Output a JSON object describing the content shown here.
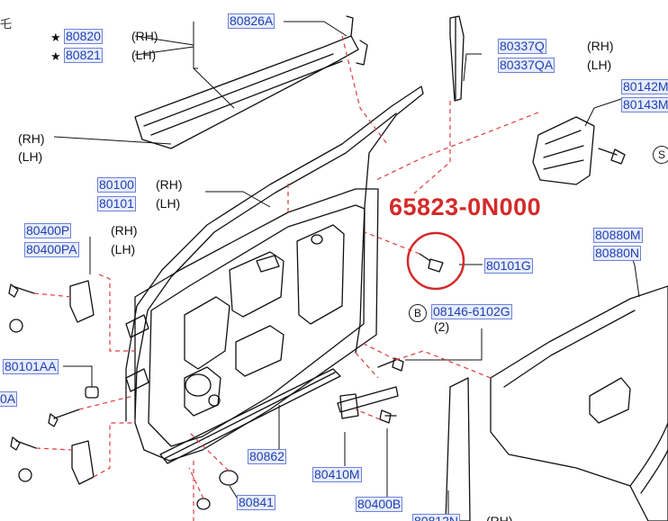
{
  "callout": "65823-0N000",
  "qty": "(2)",
  "marks": {
    "star": "★",
    "b": "B",
    "s": "S"
  },
  "parts": {
    "p80826A": "80826A",
    "p80820": "80820",
    "p80821": "80821",
    "p80337Q": "80337Q",
    "p80337QA": "80337QA",
    "p80142M": "80142M",
    "p80143M": "80143M",
    "p80100": "80100",
    "p80101": "80101",
    "p80400P": "80400P",
    "p80400PA": "80400PA",
    "p80101G": "80101G",
    "p08146": "08146-6102G",
    "p80880M": "80880M",
    "p80880N": "80880N",
    "p80101AA": "80101AA",
    "p0A": "0A",
    "p80862": "80862",
    "p80410M": "80410M",
    "p80841": "80841",
    "p80400B": "80400B",
    "p80812N": "80812N"
  },
  "sides": {
    "rh": "(RH)",
    "lh": "(LH)"
  },
  "edge_char": "乇",
  "colors": {
    "link": "#1f3fb0",
    "callout": "#d42a2a",
    "dash": "#e03b3b"
  }
}
